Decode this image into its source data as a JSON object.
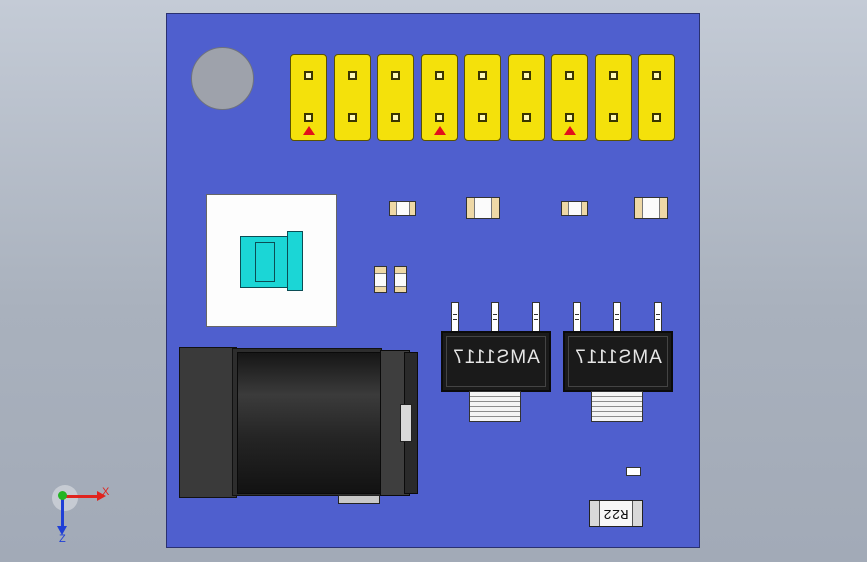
{
  "board": {
    "color": "#4f5fce"
  },
  "header": {
    "pin_count": 9,
    "marker_pins": [
      0,
      3,
      6
    ],
    "pin_color": "#f4e10b",
    "marker_color": "#e3101b"
  },
  "regulators": [
    {
      "label": "AMS1117"
    },
    {
      "label": "AMS1117"
    }
  ],
  "resistor": {
    "label": "R22"
  },
  "triad": {
    "x_label": "X",
    "z_label": "Z",
    "x_color": "#e0241e",
    "z_color": "#1f3fd6",
    "origin_color": "#24b423"
  },
  "switch": {
    "color": "#1bd6d6"
  }
}
